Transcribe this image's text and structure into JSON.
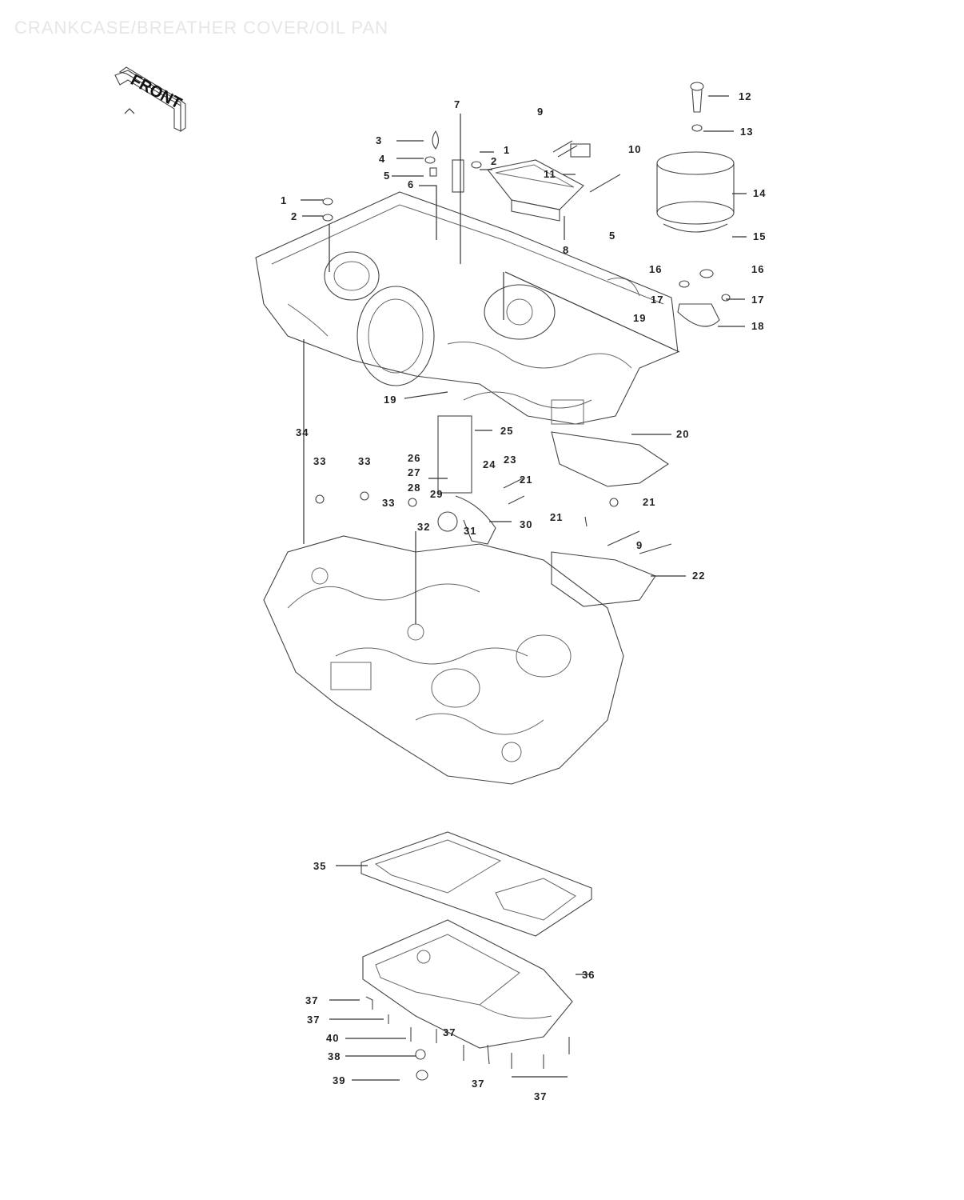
{
  "title": "CRANKCASE/BREATHER COVER/OIL PAN",
  "front_badge": "FRONT",
  "callouts": [
    {
      "id": "c12",
      "text": "12"
    },
    {
      "id": "c13",
      "text": "13"
    },
    {
      "id": "c9a",
      "text": "9"
    },
    {
      "id": "c7",
      "text": "7"
    },
    {
      "id": "c3",
      "text": "3"
    },
    {
      "id": "c1a",
      "text": "1"
    },
    {
      "id": "c10",
      "text": "10"
    },
    {
      "id": "c4",
      "text": "4"
    },
    {
      "id": "c2a",
      "text": "2"
    },
    {
      "id": "c11",
      "text": "11"
    },
    {
      "id": "c5a",
      "text": "5"
    },
    {
      "id": "c14",
      "text": "14"
    },
    {
      "id": "c6",
      "text": "6"
    },
    {
      "id": "c1b",
      "text": "1"
    },
    {
      "id": "c2b",
      "text": "2"
    },
    {
      "id": "c5b",
      "text": "5"
    },
    {
      "id": "c15",
      "text": "15"
    },
    {
      "id": "c8",
      "text": "8"
    },
    {
      "id": "c16a",
      "text": "16"
    },
    {
      "id": "c16b",
      "text": "16"
    },
    {
      "id": "c17a",
      "text": "17"
    },
    {
      "id": "c17b",
      "text": "17"
    },
    {
      "id": "c19a",
      "text": "19"
    },
    {
      "id": "c18",
      "text": "18"
    },
    {
      "id": "c19b",
      "text": "19"
    },
    {
      "id": "c34",
      "text": "34"
    },
    {
      "id": "c25",
      "text": "25"
    },
    {
      "id": "c20",
      "text": "20"
    },
    {
      "id": "c33a",
      "text": "33"
    },
    {
      "id": "c33b",
      "text": "33"
    },
    {
      "id": "c26",
      "text": "26"
    },
    {
      "id": "c24",
      "text": "24"
    },
    {
      "id": "c23",
      "text": "23"
    },
    {
      "id": "c27",
      "text": "27"
    },
    {
      "id": "c28",
      "text": "28"
    },
    {
      "id": "c29",
      "text": "29"
    },
    {
      "id": "c21a",
      "text": "21"
    },
    {
      "id": "c33c",
      "text": "33"
    },
    {
      "id": "c21b",
      "text": "21"
    },
    {
      "id": "c21c",
      "text": "21"
    },
    {
      "id": "c30",
      "text": "30"
    },
    {
      "id": "c32",
      "text": "32"
    },
    {
      "id": "c31",
      "text": "31"
    },
    {
      "id": "c9b",
      "text": "9"
    },
    {
      "id": "c22",
      "text": "22"
    },
    {
      "id": "c35",
      "text": "35"
    },
    {
      "id": "c36",
      "text": "36"
    },
    {
      "id": "c37a",
      "text": "37"
    },
    {
      "id": "c37b",
      "text": "37"
    },
    {
      "id": "c40",
      "text": "40"
    },
    {
      "id": "c37c",
      "text": "37"
    },
    {
      "id": "c38",
      "text": "38"
    },
    {
      "id": "c39",
      "text": "39"
    },
    {
      "id": "c37d",
      "text": "37"
    },
    {
      "id": "c37e",
      "text": "37"
    }
  ]
}
